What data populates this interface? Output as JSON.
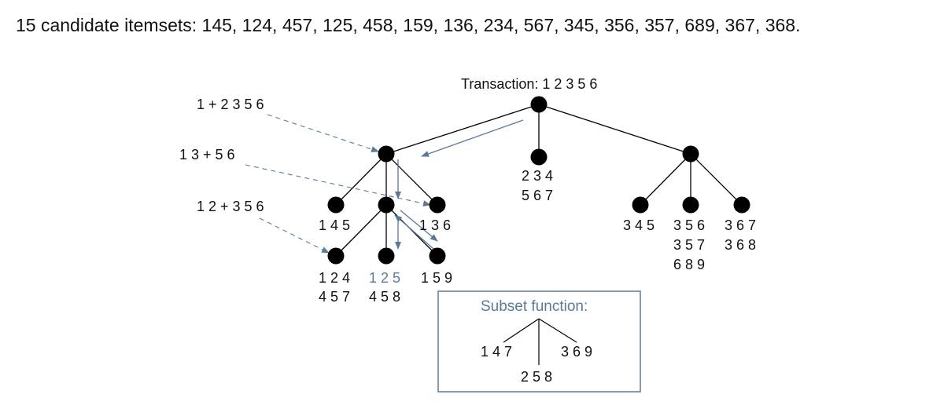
{
  "heading": "15 candidate itemsets: 145, 124, 457, 125, 458, 159, 136, 234, 567, 345, 356, 357, 689, 367, 368.",
  "transaction_label": "Transaction: 1 2 3 5 6",
  "prefixes": [
    "1 + 2 3 5 6",
    "1 3 + 5 6",
    "1 2 + 3 5 6"
  ],
  "leaves": {
    "n145": "1 4 5",
    "n136": "1 3 6",
    "n124": [
      "1 2 4",
      "4 5 7"
    ],
    "n125": [
      "1 2 5",
      "4 5 8"
    ],
    "n159": "1 5 9",
    "n234": [
      "2 3 4",
      "5 6 7"
    ],
    "n345": "3 4 5",
    "n356": [
      "3 5 6",
      "3 5 7",
      "6 8 9"
    ],
    "n367": [
      "3 6 7",
      "3 6 8"
    ]
  },
  "subset_box": {
    "title": "Subset function:",
    "branches": [
      "1 4 7",
      "2 5 8",
      "3 6 9"
    ]
  },
  "colors": {
    "node": "#000000",
    "edge": "#000000",
    "arrow": "#5b7a99",
    "box_border": "#5b7a99",
    "box_title": "#5b7a99",
    "highlight_text": "#5b7a99"
  }
}
